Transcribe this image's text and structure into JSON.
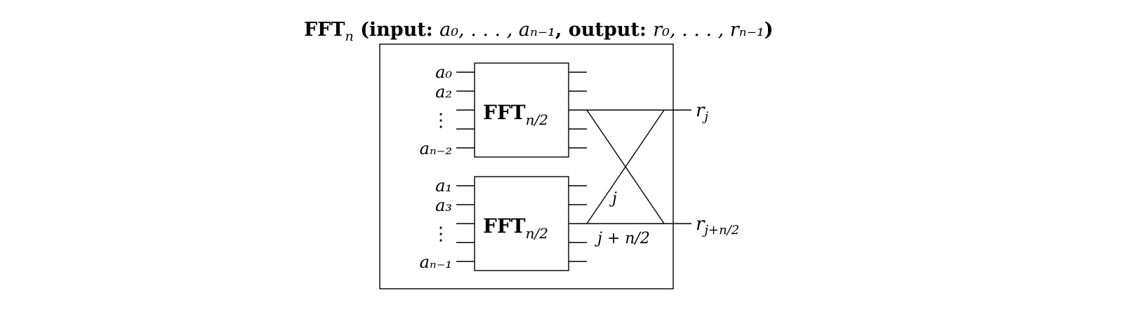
{
  "title": {
    "fft": "FFT",
    "n": "n",
    "input_label": " (input: ",
    "input_range": "a₀, . . . , aₙ₋₁",
    "output_label": ", output: ",
    "output_range": "r₀, . . . , rₙ₋₁",
    "close": ")"
  },
  "top_block": {
    "fft": "FFT",
    "sub": "n/2",
    "inputs": [
      "a₀",
      "a₂",
      "⋮",
      "aₙ₋₂"
    ]
  },
  "bottom_block": {
    "fft": "FFT",
    "sub": "n/2",
    "inputs": [
      "a₁",
      "a₃",
      "⋮",
      "aₙ₋₁"
    ]
  },
  "outputs": {
    "r_j": "r",
    "r_j_sub": "j",
    "r_jn": "r",
    "r_jn_sub": "j+n/2"
  },
  "annotations": {
    "j": "j",
    "j_plus": "j + n/2"
  }
}
